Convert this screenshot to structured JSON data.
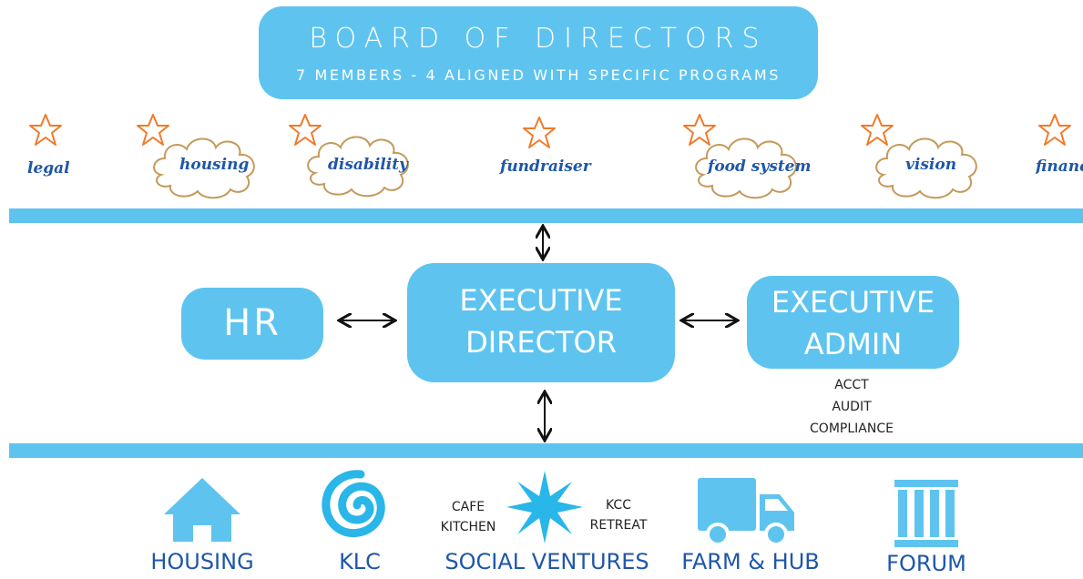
{
  "board": {
    "title": "BOARD OF DIRECTORS",
    "subtitle": "7 MEMBERS - 4 ALIGNED WITH SPECIFIC PROGRAMS"
  },
  "programs": [
    {
      "label": "legal",
      "cloud": false
    },
    {
      "label": "housing",
      "cloud": true
    },
    {
      "label": "disability",
      "cloud": true
    },
    {
      "label": "fundraiser",
      "cloud": false
    },
    {
      "label": "food system",
      "cloud": true
    },
    {
      "label": "vision",
      "cloud": true
    },
    {
      "label": "finance",
      "cloud": false
    }
  ],
  "roles": {
    "hr": "HR",
    "executive_director": {
      "line1": "EXECUTIVE",
      "line2": "DIRECTOR"
    },
    "executive_admin": {
      "line1": "EXECUTIVE",
      "line2": "ADMIN"
    },
    "admin_items": [
      "ACCT",
      "AUDIT",
      "COMPLIANCE"
    ]
  },
  "departments": {
    "housing": "HOUSING",
    "klc": "KLC",
    "social_ventures": "SOCIAL VENTURES",
    "social_left": [
      "CAFE",
      "KITCHEN"
    ],
    "social_right": [
      "KCC",
      "RETREAT"
    ],
    "farm_hub": "FARM & HUB",
    "forum": "FORUM"
  },
  "colors": {
    "box_blue": "#5ec4ef",
    "label_blue": "#1f57a8",
    "star_orange": "#f07a2a",
    "cloud_tan": "#c49a5a"
  },
  "icons": [
    "star-icon",
    "cloud-icon",
    "house-icon",
    "spiral-icon",
    "starburst-icon",
    "truck-icon",
    "columns-icon"
  ]
}
